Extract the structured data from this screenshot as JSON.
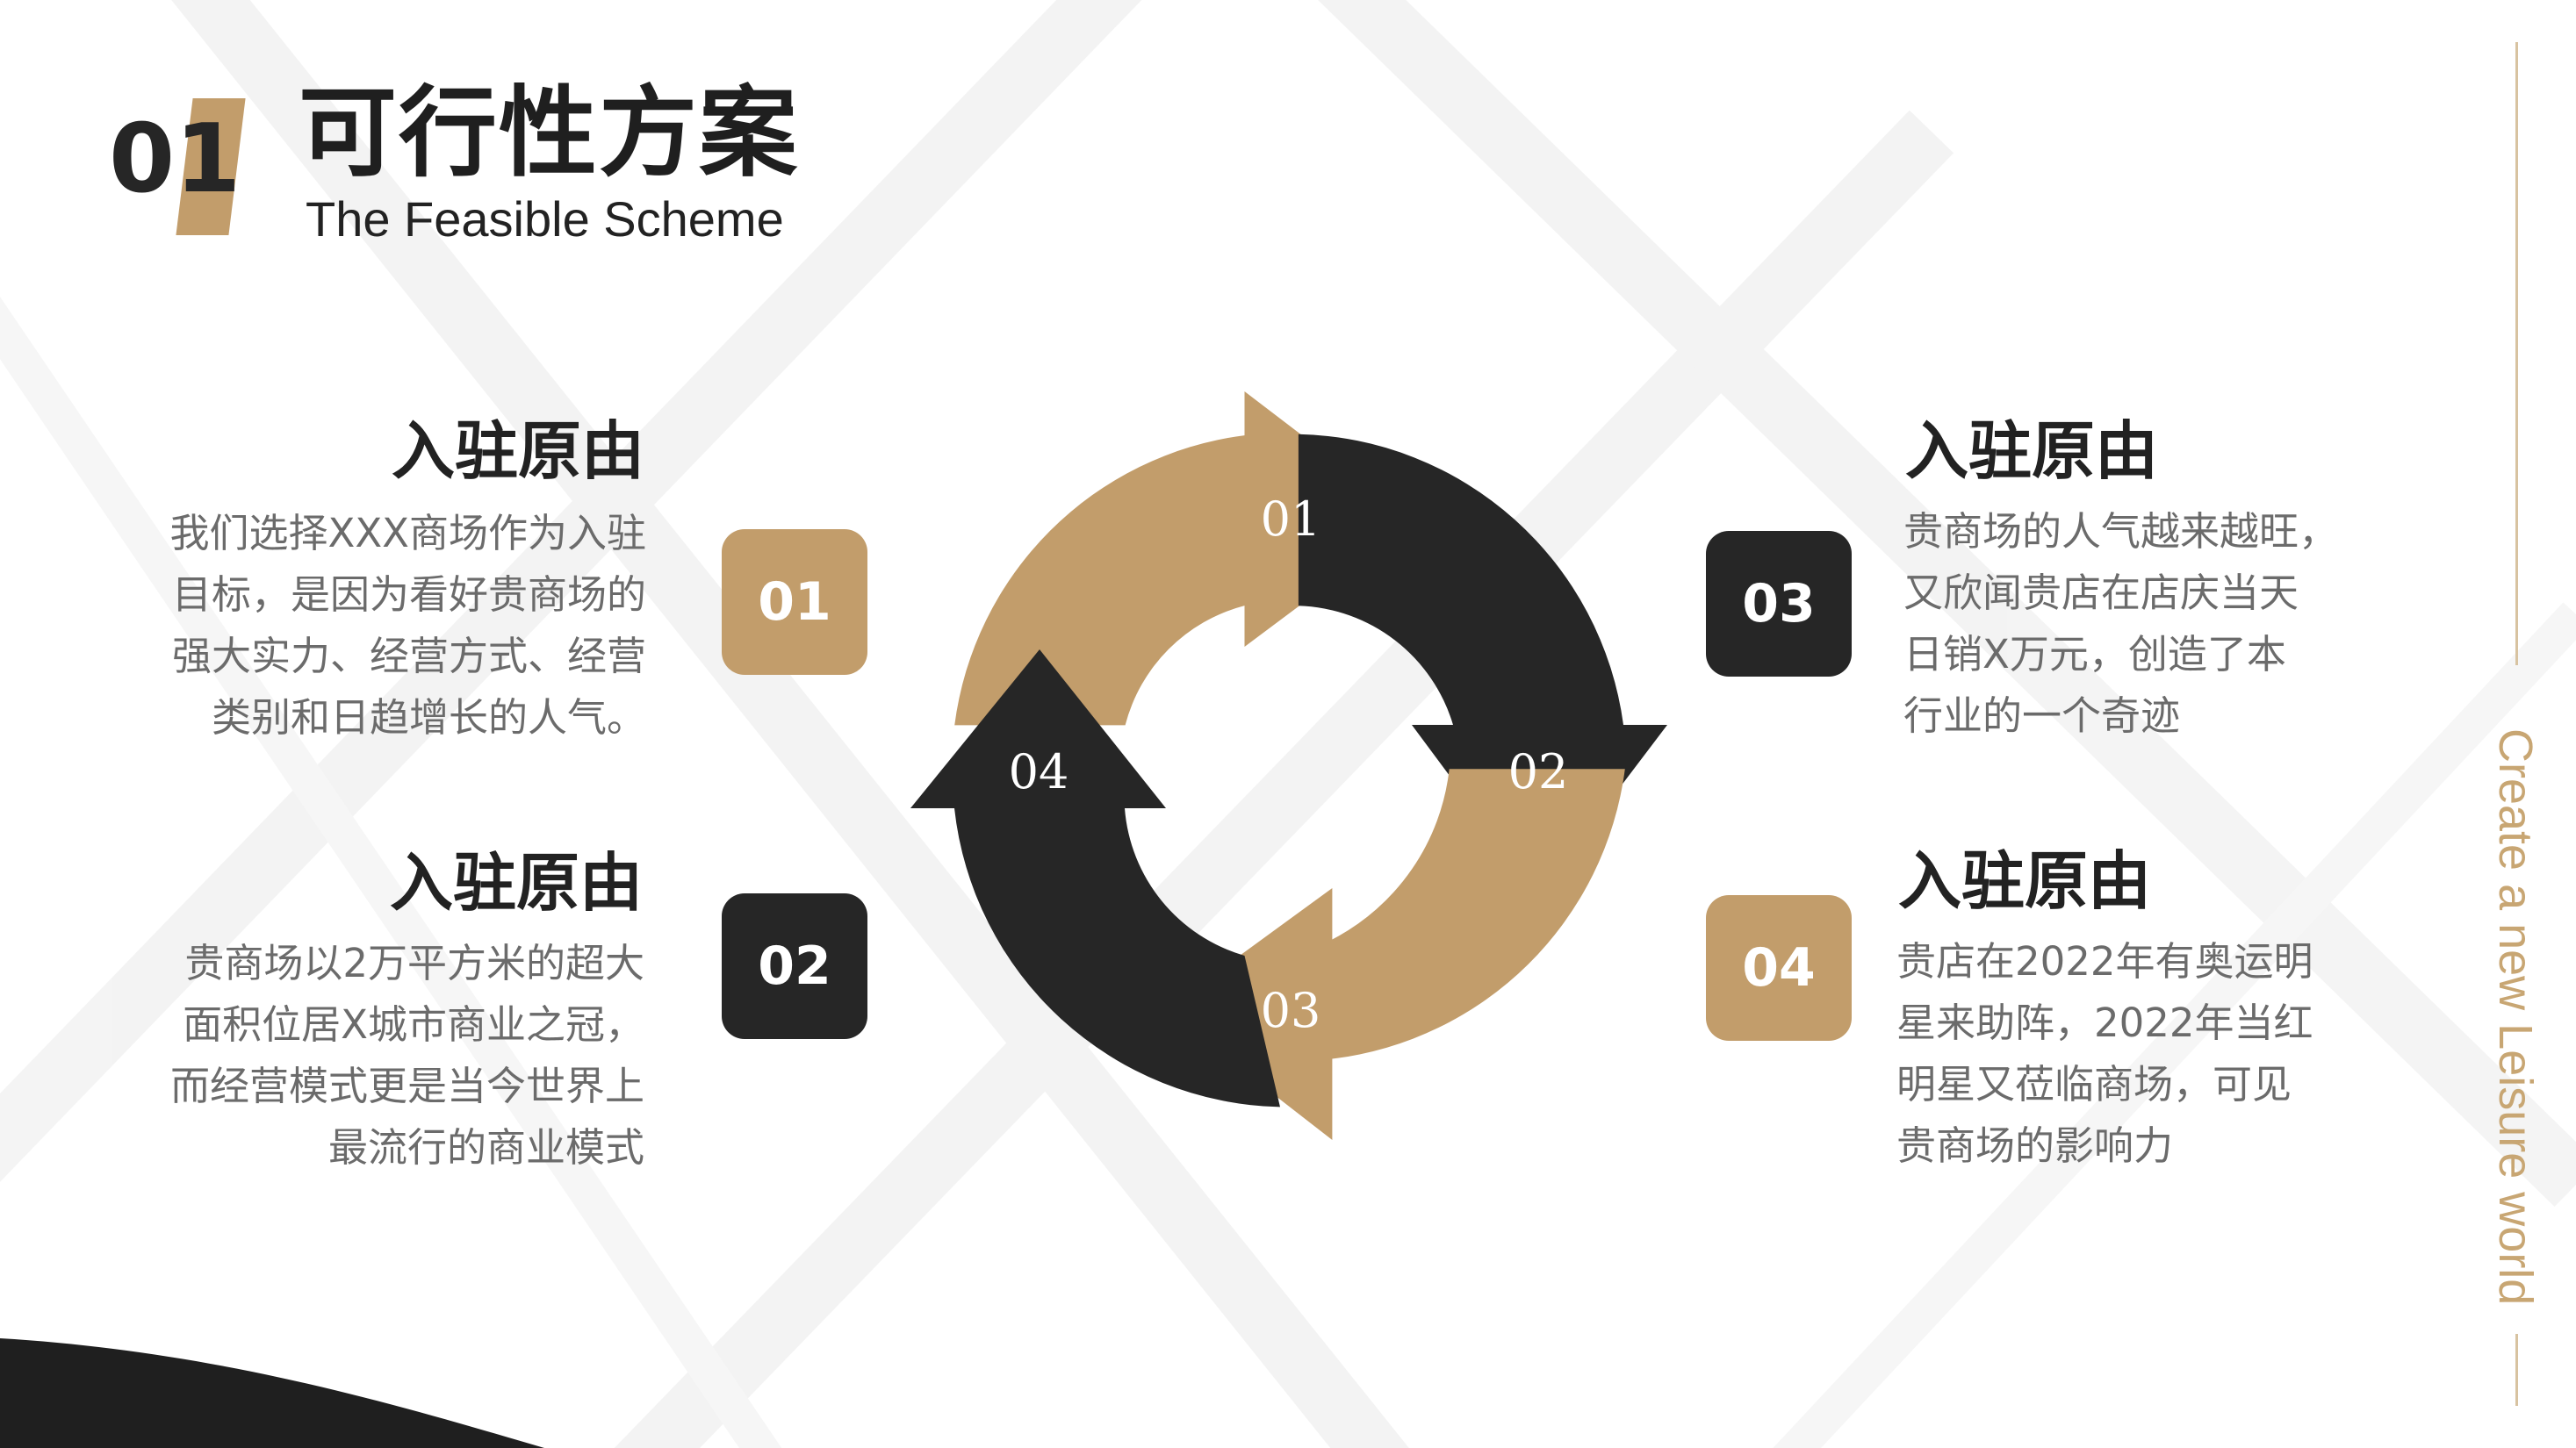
{
  "header": {
    "number": "01",
    "title": "可行性方案",
    "subtitle": "The Feasible Scheme"
  },
  "items": [
    {
      "badge": "01",
      "title": "入驻原由",
      "lines": [
        "我们选择XXX商场作为入驻",
        "目标，是因为看好贵商场的",
        "强大实力、经营方式、经营",
        "类别和日趋增长的人气。"
      ]
    },
    {
      "badge": "02",
      "title": "入驻原由",
      "lines": [
        "贵商场以2万平方米的超大",
        "面积位居X城市商业之冠，",
        "而经营模式更是当今世界上",
        "最流行的商业模式"
      ]
    },
    {
      "badge": "03",
      "title": "入驻原由",
      "lines": [
        "贵商场的人气越来越旺，",
        "又欣闻贵店在店庆当天",
        "日销X万元，创造了本",
        "行业的一个奇迹"
      ]
    },
    {
      "badge": "04",
      "title": "入驻原由",
      "lines": [
        "贵店在2022年有奥运明",
        "星来助阵，2022年当红",
        "明星又莅临商场，可见",
        "贵商场的影响力"
      ]
    }
  ],
  "cycle": {
    "labels": [
      "01",
      "02",
      "03",
      "04"
    ]
  },
  "side_text": "Create a new Leisure world",
  "colors": {
    "gold": "#c29d6b",
    "dark": "#262626",
    "text": "#6b6b6b"
  }
}
